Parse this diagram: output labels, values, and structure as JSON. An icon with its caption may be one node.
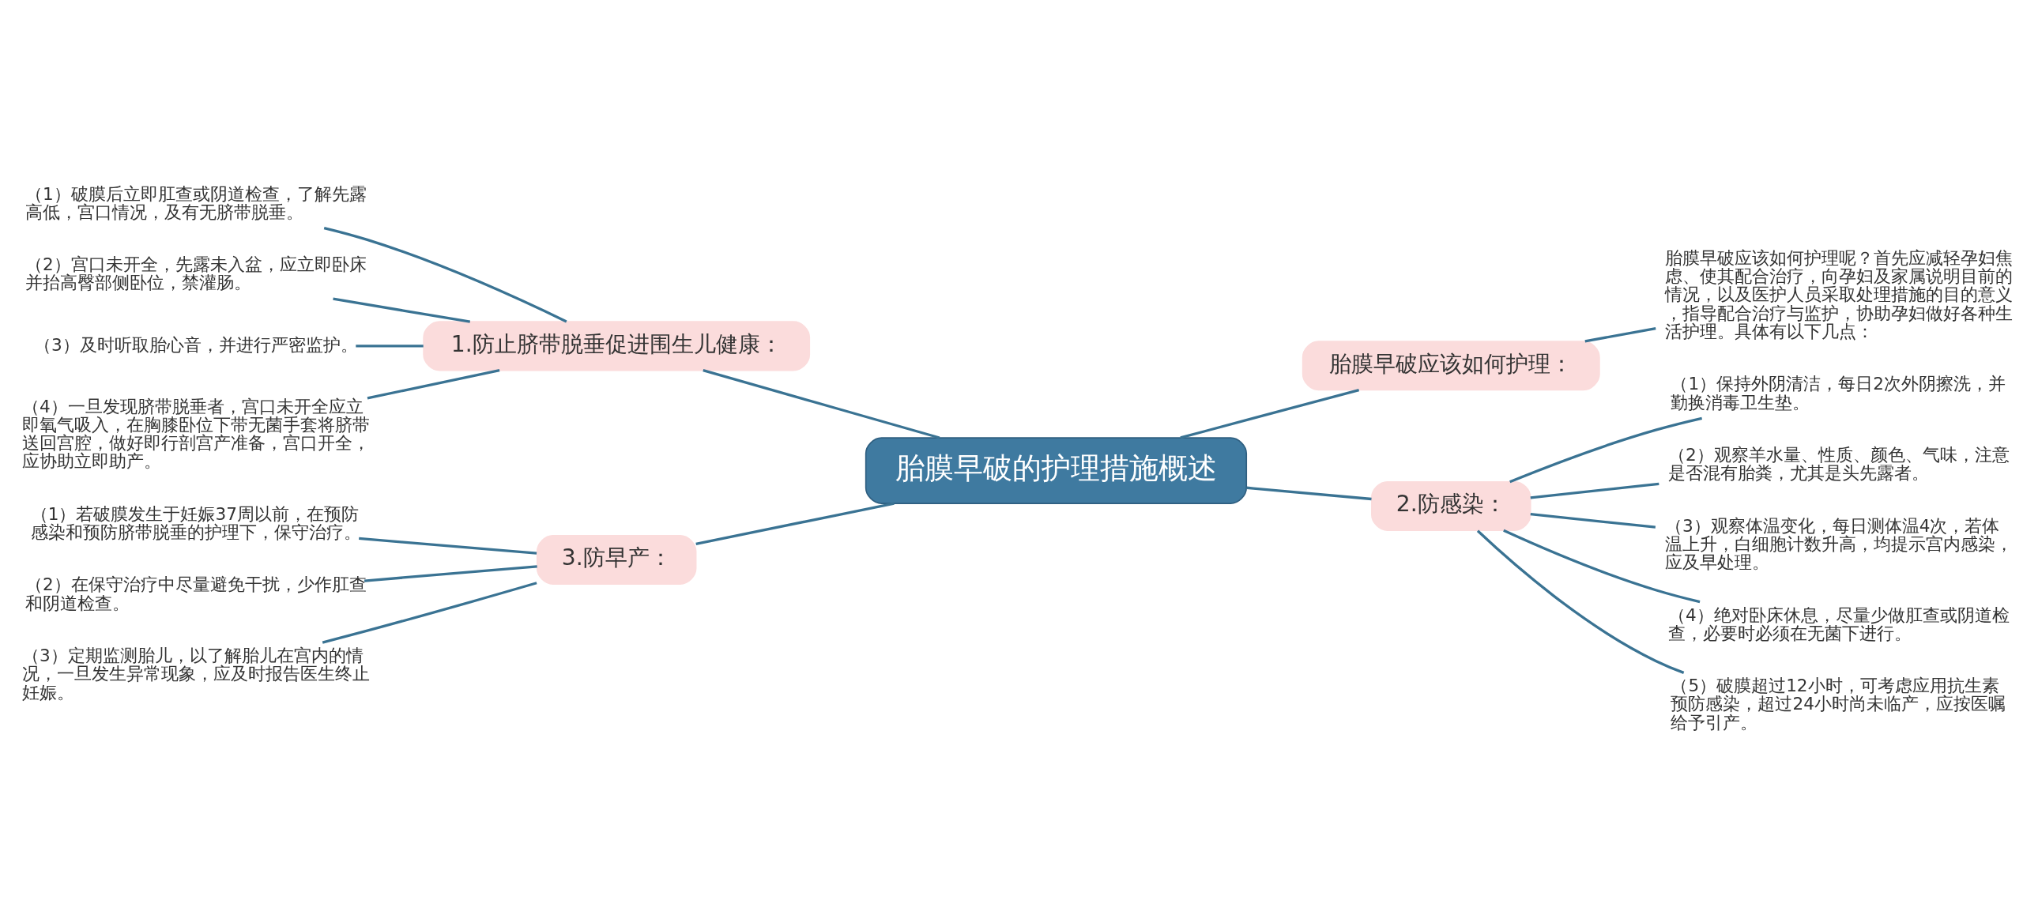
{
  "diagram": {
    "nodes": [
      {
        "text": [
          "胎膜早破的护理措施概述"
        ]
      },
      {
        "text": [
          "1.防止脐带脱垂促进围生儿健康："
        ]
      },
      {
        "text": [
          "（1）破膜后立即肛查或阴道检查，了解先露高低，宫口情况，及有无脐带脱垂。"
        ]
      },
      {
        "text": [
          "（2）宫口未开全，先露未入盆，应立即卧床并抬高臀部侧卧位，禁灌肠。"
        ]
      },
      {
        "text": [
          "（3）及时听取胎心音，并进行严密监护。"
        ]
      },
      {
        "text": [
          "（4）一旦发现脐带脱垂者，宫口未开全应立即氧气吸入，在胸膝卧位下带无菌手套将脐带送回宫腔，做好即行剖宫产准备，宫口开全，应协助立即助产。"
        ]
      },
      {
        "text": [
          "3.防早产："
        ]
      },
      {
        "text": [
          "（1）若破膜发生于妊娠37周以前，在预防感染和预防脐带脱垂的护理下，保守治疗。"
        ]
      },
      {
        "text": [
          "（2）在保守治疗中尽量避免干扰，少作肛查和阴道检查。"
        ]
      },
      {
        "text": [
          "（3）定期监测胎儿，以了解胎儿在宫内的情况，一旦发生异常现象，应及时报告医生终止妊娠。"
        ]
      },
      {
        "text": [
          "胎膜早破应该如何护理："
        ]
      },
      {
        "text": [
          "胎膜早破应该如何护理呢？首先应减轻孕妇焦虑、使其配合治疗，向孕妇及家属说明目前的情况，以及医护人员采取处理措施的目的意义，指导配合治疗与监护，协助孕妇做好各种生活护理。具体有以下几点："
        ]
      },
      {
        "text": [
          "2.防感染："
        ]
      },
      {
        "text": [
          "（1）保持外阴清洁，每日2次外阴擦洗，并勤换消毒卫生垫。"
        ]
      },
      {
        "text": [
          "（2）观察羊水量、性质、颜色、气味，注意是否混有胎粪，尤其是头先露者。"
        ]
      },
      {
        "text": [
          "（3）观察体温变化，每日测体温4次，若体温上升，白细胞计数升高，均提示宫内感染，应及早处理。"
        ]
      },
      {
        "text": [
          "（4）绝对卧床休息，尽量少做肛查或阴道检查，必要时必须在无菌下进行。"
        ]
      },
      {
        "text": [
          "（5）破膜超过12小时，可考虑应用抗生素预防感染，超过24小时尚未临产，应按医嘱给予引产。"
        ]
      }
    ],
    "edges": [
      {
        "from": 0,
        "to": 1,
        "arrow": "none"
      },
      {
        "from": 1,
        "to": 2,
        "arrow": "none"
      },
      {
        "from": 1,
        "to": 3,
        "arrow": "none"
      },
      {
        "from": 1,
        "to": 4,
        "arrow": "none"
      },
      {
        "from": 1,
        "to": 5,
        "arrow": "none"
      },
      {
        "from": 0,
        "to": 6,
        "arrow": "none"
      },
      {
        "from": 6,
        "to": 7,
        "arrow": "none"
      },
      {
        "from": 6,
        "to": 8,
        "arrow": "none"
      },
      {
        "from": 6,
        "to": 9,
        "arrow": "none"
      },
      {
        "from": 0,
        "to": 10,
        "arrow": "none"
      },
      {
        "from": 10,
        "to": 11,
        "arrow": "none"
      },
      {
        "from": 0,
        "to": 12,
        "arrow": "none"
      },
      {
        "from": 12,
        "to": 13,
        "arrow": "none"
      },
      {
        "from": 12,
        "to": 14,
        "arrow": "none"
      },
      {
        "from": 12,
        "to": 15,
        "arrow": "none"
      },
      {
        "from": 12,
        "to": 16,
        "arrow": "none"
      },
      {
        "from": 12,
        "to": 17,
        "arrow": "none"
      }
    ]
  }
}
